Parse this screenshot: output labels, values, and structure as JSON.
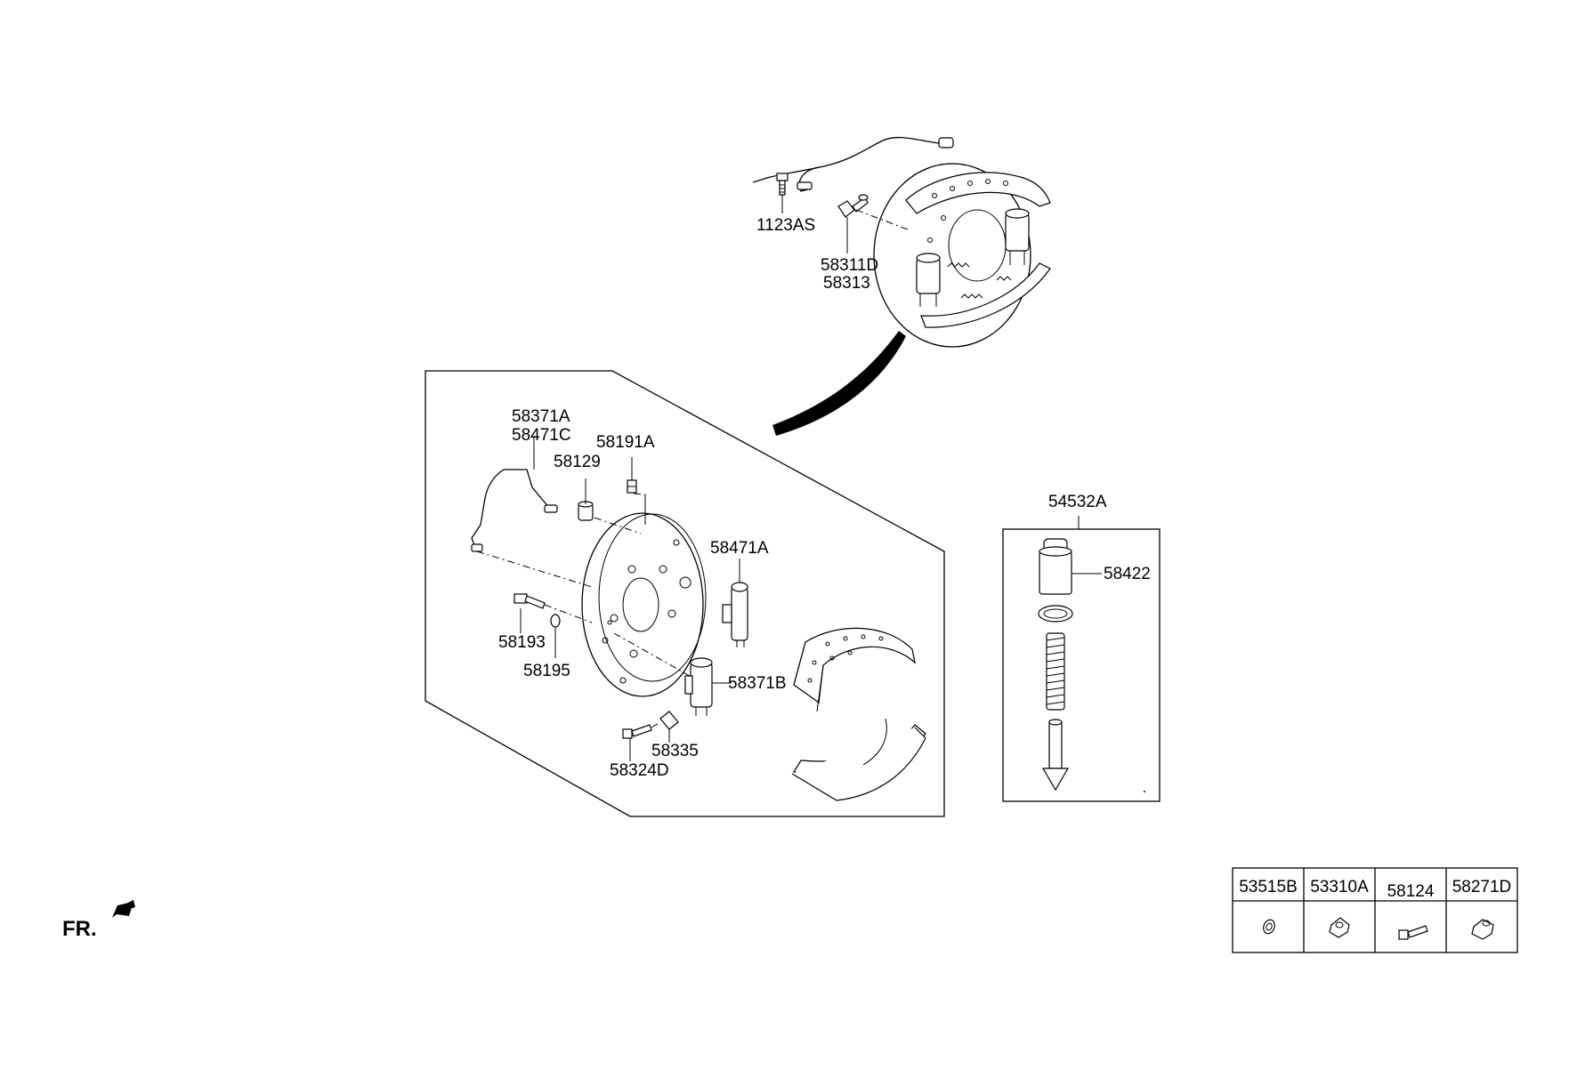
{
  "callouts": {
    "c1123AS": "1123AS",
    "c58311D": "58311D",
    "c58313": "58313",
    "c58371A": "58371A",
    "c58471C": "58471C",
    "c58191A": "58191A",
    "c58129": "58129",
    "c58471A": "58471A",
    "c58193": "58193",
    "c58195": "58195",
    "c58371B": "58371B",
    "c58335": "58335",
    "c58324D": "58324D",
    "c54532A": "54532A",
    "c58422": "58422"
  },
  "legend": {
    "headers": [
      "53515B",
      "53310A",
      "58124",
      "58271D"
    ]
  },
  "orientation": {
    "front_label": "FR."
  }
}
